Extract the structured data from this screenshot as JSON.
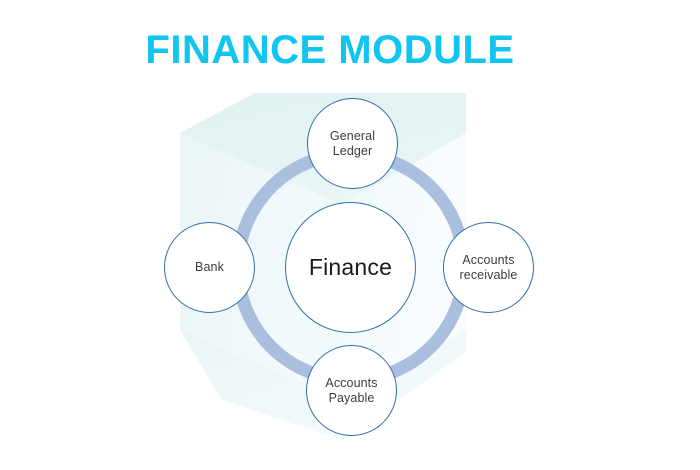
{
  "slide": {
    "title": "FINANCE MODULE",
    "background_color": "#ffffff",
    "title_color": "#10c6f0"
  },
  "diagram": {
    "type": "hub-and-spoke",
    "ring_color": "#aabfdd",
    "node_border_color": "#2f6fad",
    "node_fill_color": "#ffffff",
    "backdrop_shape": "isometric-cube",
    "backdrop_colors": {
      "top_face": "#e3f1f1",
      "left_face": "#e9f4f7",
      "right_face": "#eef6fa"
    },
    "center": {
      "id": "finance",
      "label": "Finance"
    },
    "satellites": [
      {
        "id": "general-ledger",
        "label": "General\nLedger",
        "position": "top"
      },
      {
        "id": "accounts-receivable",
        "label": "Accounts\nreceivable",
        "position": "right"
      },
      {
        "id": "accounts-payable",
        "label": "Accounts\nPayable",
        "position": "bottom"
      },
      {
        "id": "bank",
        "label": "Bank",
        "position": "left"
      }
    ]
  }
}
